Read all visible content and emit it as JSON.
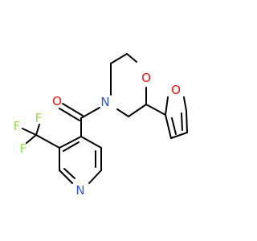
{
  "molecule": {
    "atoms": {
      "o_carbonyl": {
        "symbol": "O",
        "color": "#ff0d0d"
      },
      "n_morpholine": {
        "symbol": "N",
        "color": "#3050f8"
      },
      "o_morpholine": {
        "symbol": "O",
        "color": "#ff0d0d"
      },
      "o_furan": {
        "symbol": "O",
        "color": "#ff0d0d"
      },
      "n_pyridine": {
        "symbol": "N",
        "color": "#3050f8"
      },
      "f_1": {
        "symbol": "F",
        "color": "#90e050"
      },
      "f_2": {
        "symbol": "F",
        "color": "#90e050"
      },
      "f_3": {
        "symbol": "F",
        "color": "#90e050"
      }
    },
    "bond_color": "#000000",
    "background": "#ffffff"
  }
}
